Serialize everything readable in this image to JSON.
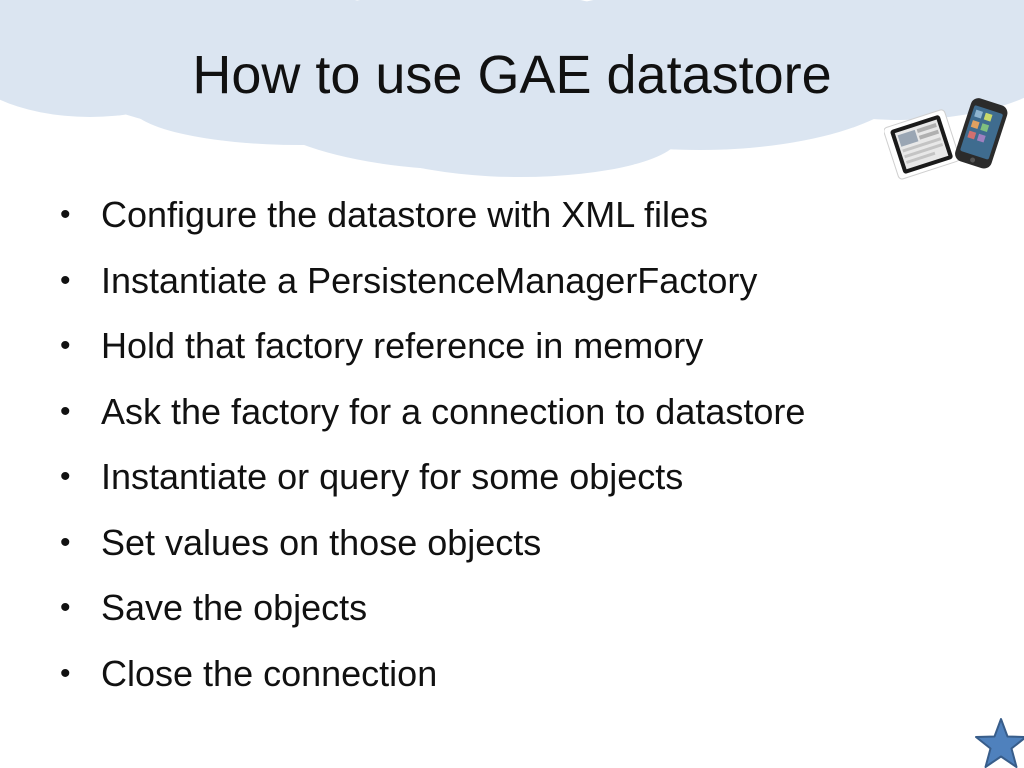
{
  "slide": {
    "title": "How to use GAE datastore",
    "bullet_marker": "•",
    "bullets": [
      "Configure the datastore with XML files",
      "Instantiate a PersistenceManagerFactory",
      "Hold that factory reference in memory",
      "Ask the factory for a connection to datastore",
      "Instantiate or query for some objects",
      "Set values on those objects",
      "Save the objects",
      "Close the connection"
    ]
  },
  "decorations": {
    "header_shape": "cloud",
    "corner_image": "tablet-and-phone-icon",
    "corner_icon": "star-icon"
  },
  "colors": {
    "cloud_fill": "#dbe5f1",
    "text": "#111111",
    "star_fill": "#4f81bd",
    "star_stroke": "#385d8a"
  }
}
